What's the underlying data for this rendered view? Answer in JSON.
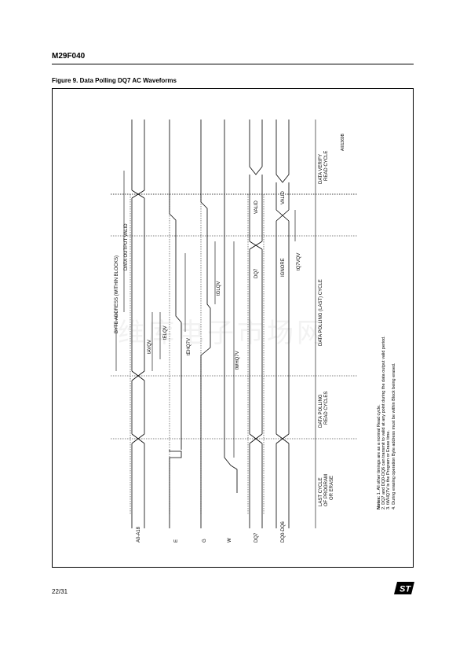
{
  "header": {
    "title": "M29F040"
  },
  "figure": {
    "caption": "Figure 9.  Data Polling DQ7 AC Waveforms",
    "code": "AI01369B",
    "signals": [
      "A0-A18",
      "E",
      "G",
      "W",
      "DQ7",
      "DQ0-DQ6"
    ],
    "bus_labels": {
      "dq7_valid": "VALID",
      "dq7_bar": "DQ7",
      "dq06_ignore": "IGNORE",
      "dq06_valid": "VALID"
    },
    "address_labels": {
      "data_output_valid": "DATA OUTPUT VALID",
      "byte_address": "BYTE ADDRESS (WITHIN BLOCKS)"
    },
    "timings": [
      "tAVQV",
      "tELQV",
      "tEHQ7V",
      "tGLQV",
      "tWHQ7V",
      "tQ7VQV"
    ],
    "cycles": [
      {
        "line1": "LAST CYCLE",
        "line2": "OF PROGRAM",
        "line3": "OR ERASE"
      },
      {
        "line1": "DATA POLLING",
        "line2": "READ CYCLES",
        "line3": ""
      },
      {
        "line1": "DATA POLLING (LAST) CYCLE",
        "line2": "",
        "line3": ""
      },
      {
        "line1": "DATA VERIFY",
        "line2": "READ CYCLE",
        "line3": ""
      }
    ]
  },
  "notes": {
    "heading": "Notes:",
    "items": [
      "1. All other timings are as a normal Read cycle.",
      "2. DQ7 and DQ0-DQ6 can transmit to valid at any point during the data output valid period.",
      "3. tWHQ7V is the Program or Erase time.",
      "4. During erasing operation Byte address must be within Block being erased."
    ]
  },
  "footer": {
    "page": "22/31",
    "logo": "ST"
  },
  "watermark": "维库电子市场网",
  "colors": {
    "ink": "#000000",
    "guide": "#000000"
  }
}
